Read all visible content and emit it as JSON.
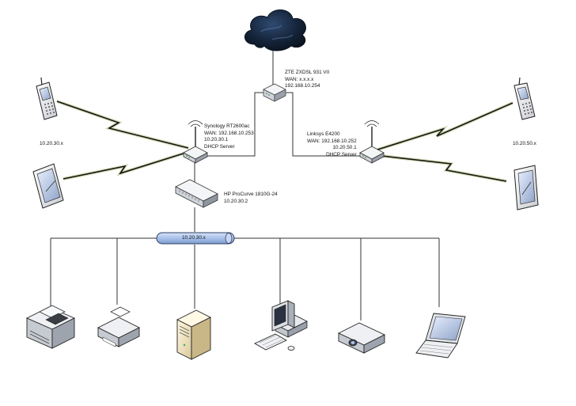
{
  "modem": {
    "name": "ZTE ZXDSL 931 VII",
    "wan": "WAN: x.x.x.x",
    "ip": "192.168.10.254"
  },
  "router_left": {
    "name": "Synology RT2600ac",
    "wan": "WAN: 192.168.10.253",
    "ip": "10.20.30.1",
    "role": "DHCP Server"
  },
  "router_right": {
    "name": "Linksys E4200",
    "wan": "WAN: 192.168.10.252",
    "ip": "10.20.50.1",
    "role": "DHCP Server"
  },
  "switch": {
    "name": "HP ProCurve 1810G-24",
    "ip": "10.20.30.2"
  },
  "lan_left": {
    "subnet": "10.20.30.x"
  },
  "lan_right": {
    "subnet": "10.20.50.x"
  },
  "bus": {
    "label": "10.20.30.x"
  },
  "colors": {
    "cloud": "#1b2b44",
    "bus": "#a9c1ea",
    "wire": "#333333",
    "wireless": "#151515",
    "wireless_glow": "#7f9a26"
  },
  "icons": {
    "cloud": "internet-cloud-icon",
    "modem": "dsl-modem-icon",
    "router": "wireless-router-icon",
    "switch": "network-switch-icon",
    "phone": "mobile-phone-icon",
    "tablet": "tablet-icon",
    "mfp": "multifunction-printer-icon",
    "printer": "printer-icon",
    "server": "server-tower-icon",
    "workstation": "desktop-computer-icon",
    "projector": "projector-icon",
    "laptop": "laptop-icon"
  }
}
